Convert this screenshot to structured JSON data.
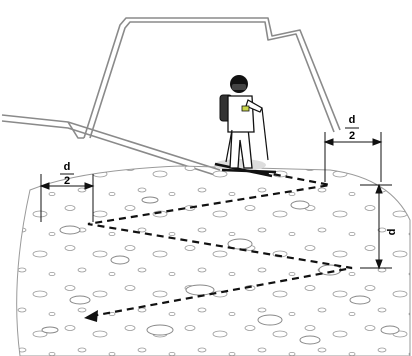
{
  "annotations": {
    "left_half": {
      "numerator": "d",
      "denominator": "2"
    },
    "right_half": {
      "numerator": "d",
      "denominator": "2"
    },
    "spacing": "d"
  },
  "colors": {
    "outline": "#7a7a7a",
    "frame_fill": "#e6e6e6",
    "ground_fill": "#f2f2f2",
    "dashed_path": "#111111"
  },
  "icons": [
    "skier-icon",
    "gps-receiver-icon",
    "ski-pole-icon",
    "arrowhead-icon"
  ]
}
